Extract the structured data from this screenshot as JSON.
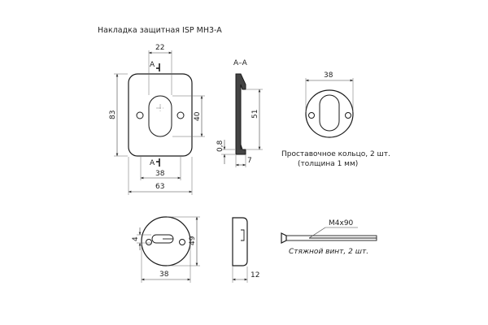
{
  "drawing": {
    "title": "Накладка защитная ISP MH3-A",
    "plate": {
      "dim_top": "22",
      "dim_height": "83",
      "dim_oval": "40",
      "dim_bottom_inner": "38",
      "dim_width": "63",
      "section_mark_top": "A",
      "section_mark_bottom": "A"
    },
    "section_view": {
      "title": "A–A",
      "dim_height": "51",
      "dim_thickness": "0,8",
      "dim_depth": "7"
    },
    "ring": {
      "dim_diameter": "38",
      "caption_line1": "Проставочное кольцо, 2 шт.",
      "caption_line2": "(толщина 1 мм)"
    },
    "round_plate": {
      "dim_small": "4",
      "dim_height": "49",
      "dim_diameter": "38"
    },
    "side_view": {
      "dim_depth": "12"
    },
    "screw": {
      "spec": "M4x90",
      "caption": "Стяжной винт, 2 шт."
    }
  }
}
